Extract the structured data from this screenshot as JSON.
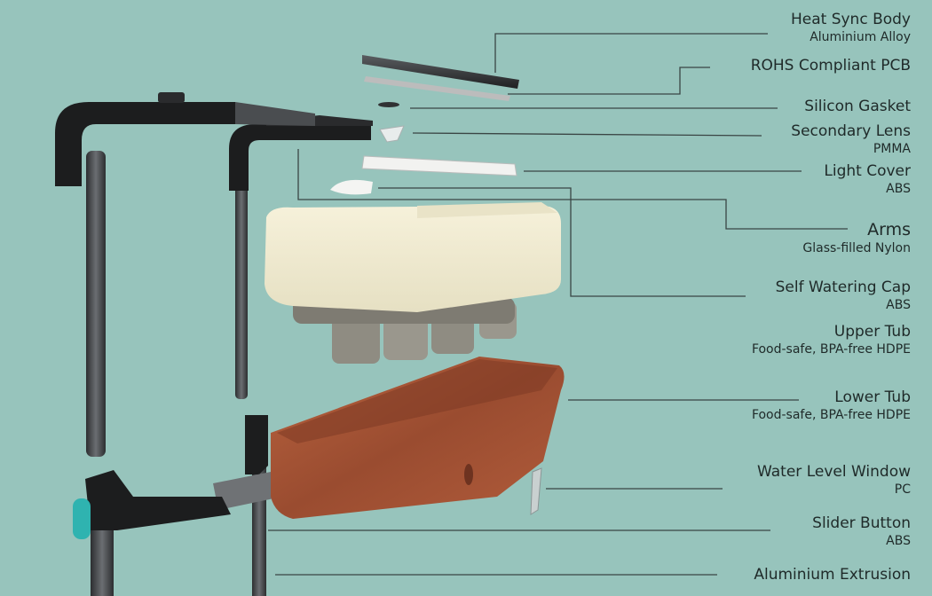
{
  "diagram": {
    "callouts": [
      {
        "id": "heat-sync-body",
        "name": "Heat Sync Body",
        "material": "Aluminium Alloy"
      },
      {
        "id": "rohs-pcb",
        "name": "ROHS Compliant PCB",
        "material": ""
      },
      {
        "id": "silicon-gasket",
        "name": "Silicon Gasket",
        "material": ""
      },
      {
        "id": "secondary-lens",
        "name": "Secondary Lens",
        "material": "PMMA"
      },
      {
        "id": "light-cover",
        "name": "Light Cover",
        "material": "ABS"
      },
      {
        "id": "arms",
        "name": "Arms",
        "material": "Glass-filled Nylon"
      },
      {
        "id": "self-watering-cap",
        "name": "Self Watering Cap",
        "material": "ABS"
      },
      {
        "id": "upper-tub",
        "name": "Upper Tub",
        "material": "Food-safe, BPA-free HDPE"
      },
      {
        "id": "lower-tub",
        "name": "Lower Tub",
        "material": "Food-safe, BPA-free HDPE"
      },
      {
        "id": "water-level-window",
        "name": "Water Level Window",
        "material": "PC"
      },
      {
        "id": "slider-button",
        "name": "Slider Button",
        "material": "ABS"
      },
      {
        "id": "aluminium-extrusion",
        "name": "Aluminium Extrusion",
        "material": ""
      }
    ],
    "colors": {
      "background": "#97c4bc",
      "leader_line": "#3a4544",
      "text": "#1f2a29",
      "frame_black": "#1c1d1e",
      "tube_grey": "#4a4d50",
      "cream_cap": "#f1ecd2",
      "felt_cups": "#8f8c82",
      "terracotta_tub": "#a8563a",
      "teal_button": "#2fb3b0"
    }
  }
}
